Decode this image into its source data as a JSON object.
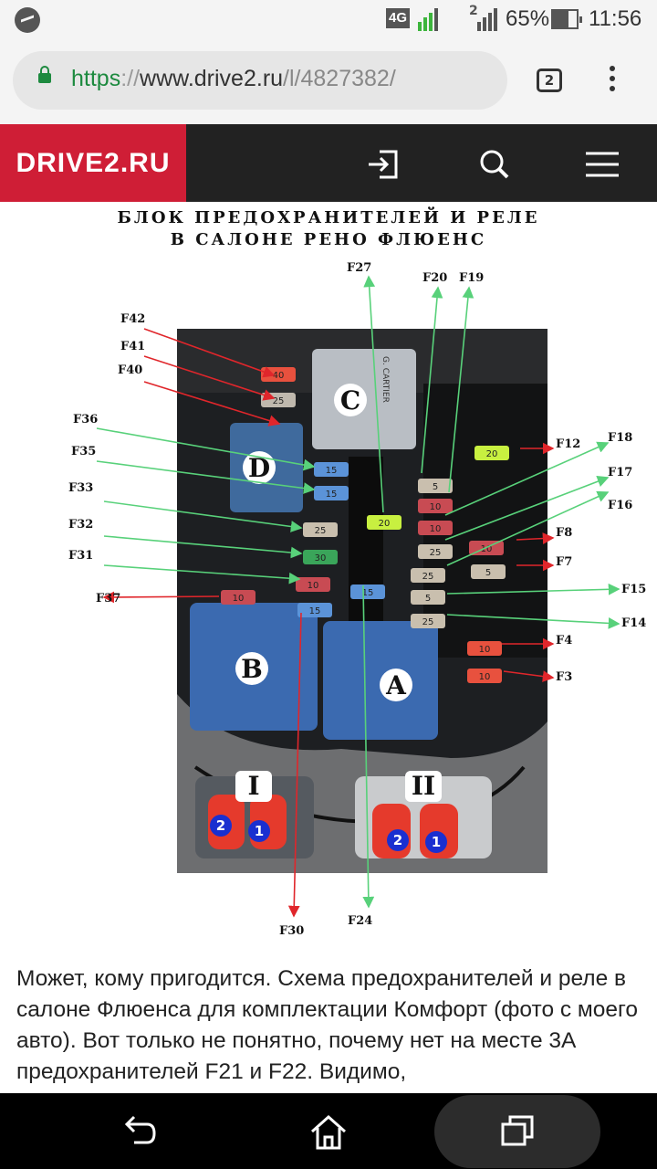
{
  "status_bar": {
    "app_icon": "messenger-icon",
    "network": "4G",
    "sim": "2",
    "battery": "65%",
    "battery_level": 0.65,
    "time": "11:56"
  },
  "browser": {
    "url_scheme": "https",
    "url_sep": "://",
    "url_host": "www.drive2.ru",
    "url_path": "/l/4827382/",
    "tab_count": "2"
  },
  "site": {
    "logo": "DRIVE2.RU",
    "login_icon": "login-icon",
    "search_icon": "search-icon",
    "menu_icon": "hamburger-menu-icon"
  },
  "image": {
    "title_line1": "БЛОК ПРЕДОХРАНИТЕЛЕЙ И РЕЛЕ",
    "title_line2": "В САЛОНЕ РЕНО ФЛЮЕНС",
    "relays": [
      "A",
      "B",
      "C",
      "D"
    ],
    "connectors": [
      "I",
      "II"
    ],
    "relay_c_text": "G. CARTIER",
    "red_color": "#e0262b",
    "green_color": "#58d17a"
  },
  "chart_data": {
    "type": "diagram",
    "fuse_labels_left": [
      "F42",
      "F41",
      "F40",
      "F36",
      "F35",
      "F33",
      "F32",
      "F31",
      "F37"
    ],
    "fuse_labels_top": [
      "F27",
      "F20",
      "F19"
    ],
    "fuse_labels_right": [
      "F12",
      "F18",
      "F17",
      "F16",
      "F8",
      "F7",
      "F15",
      "F14",
      "F4",
      "F3"
    ],
    "fuse_labels_bottom": [
      "F30",
      "F24"
    ],
    "fuse_values": [
      "40",
      "25",
      "15",
      "15",
      "25",
      "30",
      "10",
      "15",
      "10",
      "20",
      "15",
      "5",
      "10",
      "10",
      "25",
      "25",
      "5",
      "25",
      "20",
      "10",
      "5",
      "10",
      "10"
    ]
  },
  "article": {
    "text": "Может, кому пригодится. Схема предохранителей и реле в салоне Флюенса для комплектации Комфорт (фото с моего авто). Вот только не понятно, почему нет на месте 3А предохранителей F21 и F22. Видимо,"
  },
  "nav": {
    "back_icon": "back-icon",
    "home_icon": "home-icon",
    "recents_icon": "recent-apps-icon"
  }
}
